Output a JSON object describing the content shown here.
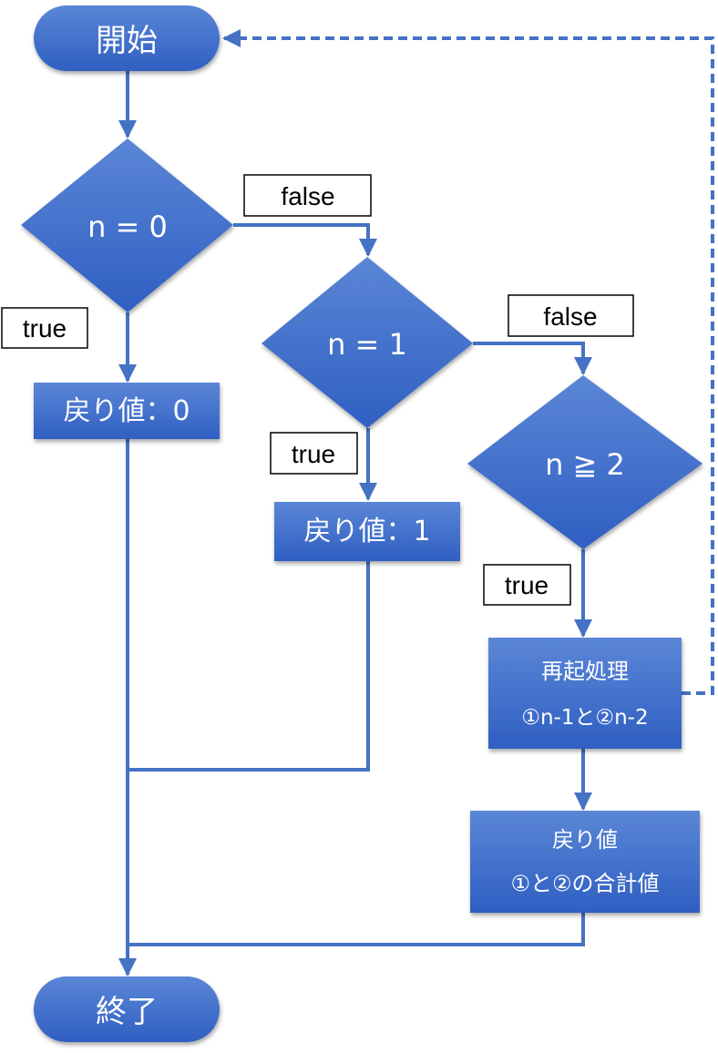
{
  "nodes": {
    "start": "開始",
    "cond_n0": "n = 0",
    "ret_0": "戻り値：0",
    "cond_n1": "n = 1",
    "ret_1": "戻り値：1",
    "cond_n2": "n ≧ 2",
    "recursion_line1": "再起処理",
    "recursion_line2": "①n-1と②n-2",
    "ret_sum_line1": "戻り値",
    "ret_sum_line2": "①と②の合計値",
    "end": "終了"
  },
  "labels": {
    "false_1": "false",
    "true_1": "true",
    "false_2": "false",
    "true_2": "true",
    "true_3": "true"
  },
  "colors": {
    "node_top": "#5b86d6",
    "node_bottom": "#2f5fc2",
    "line": "#4472c4"
  }
}
